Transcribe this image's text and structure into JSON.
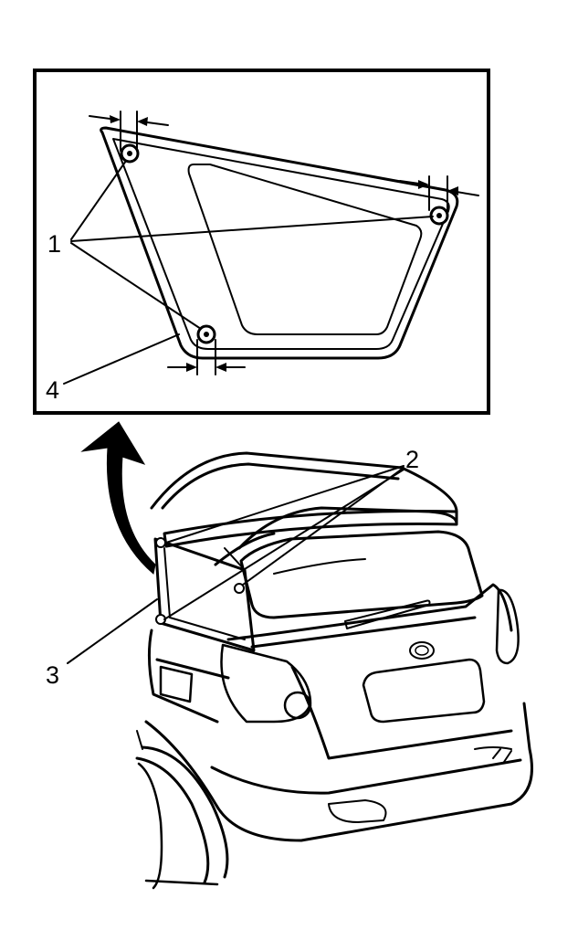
{
  "callouts": {
    "one": "1",
    "two": "2",
    "three": "3",
    "four": "4"
  },
  "colors": {
    "ink": "#000000",
    "paper": "#ffffff"
  }
}
